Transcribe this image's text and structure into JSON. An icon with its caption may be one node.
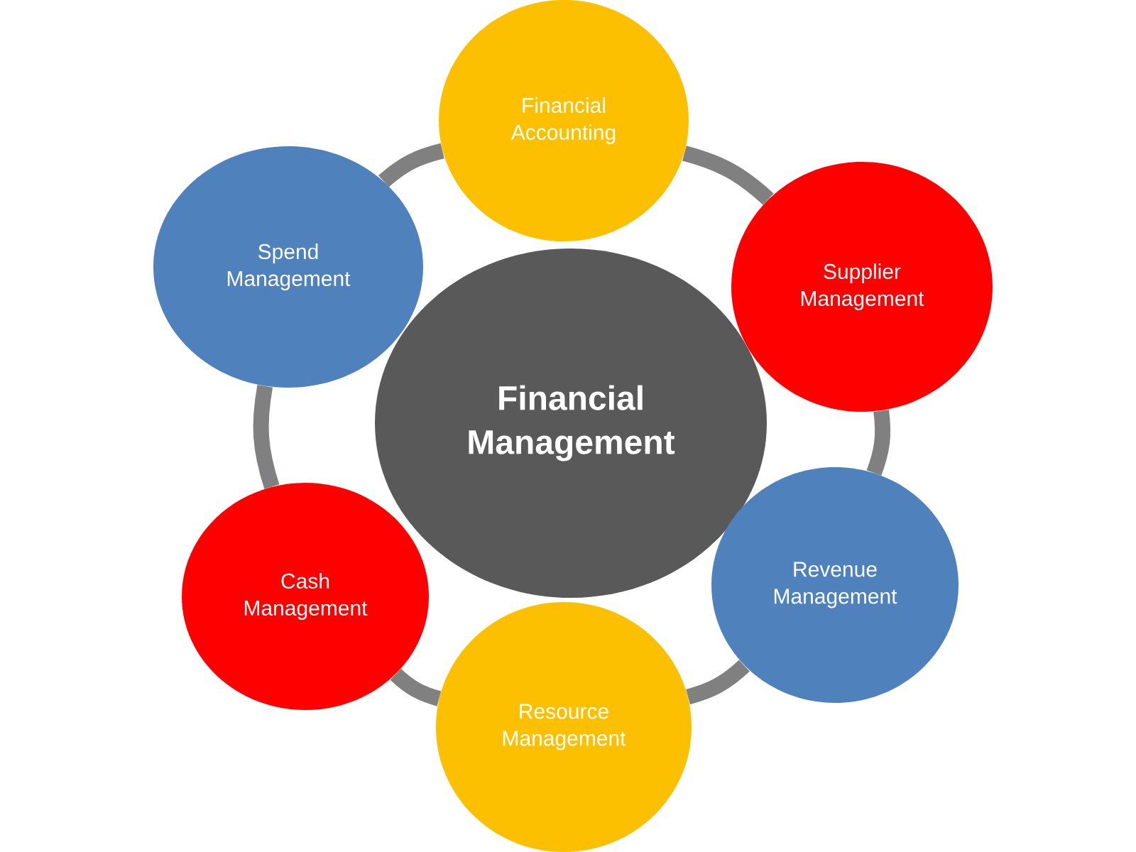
{
  "diagram": {
    "nodes": [
      {
        "text": [
          "Financial Accounting"
        ]
      },
      {
        "text": [
          "Spend Management"
        ]
      },
      {
        "text": [
          "Supplier Management"
        ]
      },
      {
        "text": [
          "Financial Management"
        ]
      },
      {
        "text": [
          "Cash Management"
        ]
      },
      {
        "text": [
          "Revenue Management"
        ]
      },
      {
        "text": [
          "Resource Management"
        ]
      }
    ],
    "edges": [
      {
        "from": 0,
        "to": 2,
        "arrow": "none"
      },
      {
        "from": 2,
        "to": 5,
        "arrow": "none"
      },
      {
        "from": 5,
        "to": 6,
        "arrow": "none"
      },
      {
        "from": 6,
        "to": 4,
        "arrow": "none"
      },
      {
        "from": 4,
        "to": 1,
        "arrow": "none"
      },
      {
        "from": 1,
        "to": 0,
        "arrow": "none"
      }
    ]
  }
}
